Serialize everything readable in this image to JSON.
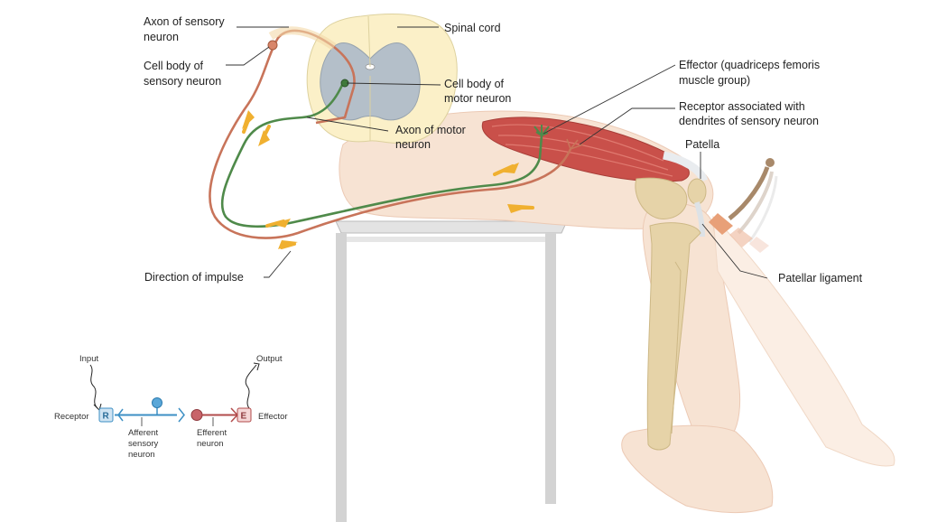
{
  "labels": {
    "axon_sensory": [
      "Axon of sensory",
      "neuron"
    ],
    "cell_body_sensory": [
      "Cell body of",
      "sensory neuron"
    ],
    "spinal_cord": "Spinal cord",
    "cell_body_motor": [
      "Cell body of",
      "motor neuron"
    ],
    "axon_motor": [
      "Axon of motor",
      "neuron"
    ],
    "effector": [
      "Effector (quadriceps femoris",
      "muscle group)"
    ],
    "receptor": [
      "Receptor associated with",
      "dendrites of sensory neuron"
    ],
    "patella": "Patella",
    "patellar_ligament": "Patellar ligament",
    "direction": "Direction of impulse"
  },
  "schematic": {
    "input": "Input",
    "output": "Output",
    "receptor": "Receptor",
    "effector": "Effector",
    "r_box": "R",
    "e_box": "E",
    "afferent": [
      "Afferent",
      "sensory",
      "neuron"
    ],
    "efferent": [
      "Efferent",
      "neuron"
    ]
  },
  "colors": {
    "sensory": "#c8745a",
    "motor": "#4f8a4a",
    "arrow": "#f0b030",
    "muscle": "#c9504a",
    "skin": "#f7e3d3",
    "bone": "#e6d3a8",
    "cord": "#fbf0c8",
    "grey_matter": "#b4bfc9",
    "table": "#cfcfcf",
    "afferent_line": "#3c8fc4",
    "efferent_line": "#b24b4b"
  }
}
